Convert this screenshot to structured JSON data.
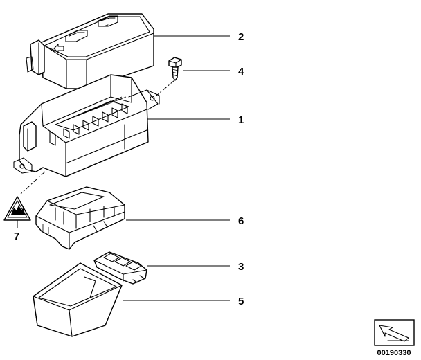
{
  "parts": [
    {
      "id": "cover",
      "label": "2"
    },
    {
      "id": "bolt",
      "label": "4"
    },
    {
      "id": "fuse-box-housing",
      "label": "1"
    },
    {
      "id": "fuse-insert-frame",
      "label": "6"
    },
    {
      "id": "fuse-cover-clip",
      "label": "3"
    },
    {
      "id": "bottom-tray",
      "label": "5"
    },
    {
      "id": "warning-label",
      "label": "7"
    }
  ],
  "catalog_number": "00190330"
}
